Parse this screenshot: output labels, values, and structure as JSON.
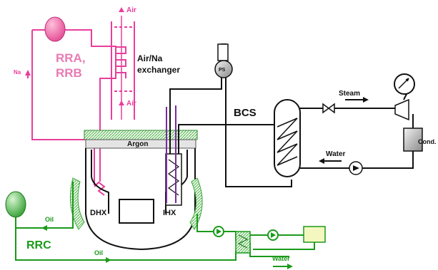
{
  "labels": {
    "air_top": "Air",
    "air_bottom": "Air",
    "na": "Na",
    "rra_line1": "RRA,",
    "rra_line2": "RRB",
    "airna_line1": "Air/Na",
    "airna_line2": "exchanger",
    "ps": "PS",
    "bcs": "BCS",
    "steam": "Steam",
    "water_right": "Water",
    "cond": "Cond.",
    "argon": "Argon",
    "dhx": "DHX",
    "ihx": "IHX",
    "oil_top": "Oil",
    "oil_bottom": "Oil",
    "rrc": "RRC",
    "water_bottom": "Water"
  },
  "colors": {
    "pink": "#e83e9c",
    "green": "#1a9a1a",
    "black": "#111111",
    "purple": "#7a2aa0"
  }
}
